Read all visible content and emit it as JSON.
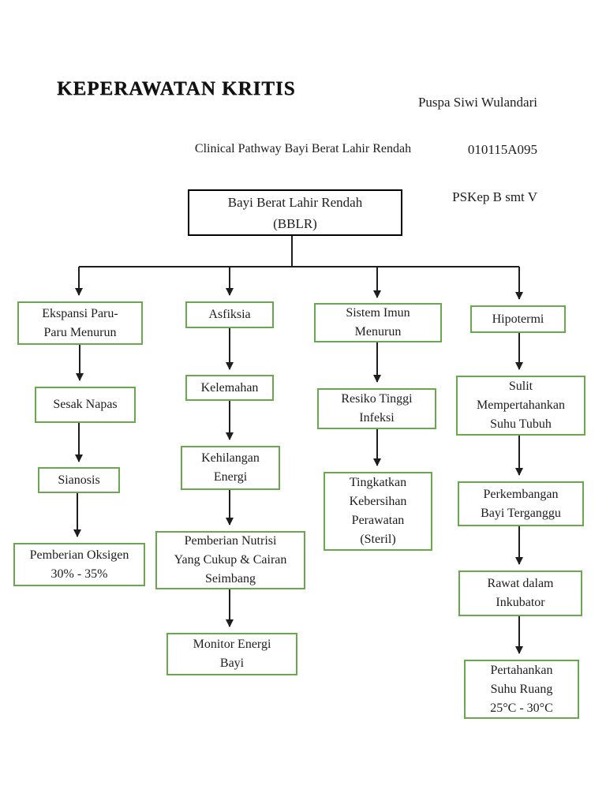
{
  "header": {
    "course_title": "KEPERAWATAN KRITIS",
    "author": {
      "name": "Puspa Siwi Wulandari",
      "student_id": "010115A095",
      "class": "PSKep B smt V"
    },
    "diagram_title": "Clinical Pathway Bayi Berat Lahir Rendah"
  },
  "flowchart": {
    "root": {
      "label": "Bayi Berat Lahir Rendah\n(BBLR)"
    },
    "columns": [
      {
        "name": "ekspansi-paru",
        "nodes": [
          {
            "label": "Ekspansi Paru-\nParu Menurun"
          },
          {
            "label": "Sesak Napas"
          },
          {
            "label": "Sianosis"
          },
          {
            "label": "Pemberian Oksigen\n30% - 35%"
          }
        ]
      },
      {
        "name": "asfiksia",
        "nodes": [
          {
            "label": "Asfiksia"
          },
          {
            "label": "Kelemahan"
          },
          {
            "label": "Kehilangan\nEnergi"
          },
          {
            "label": "Pemberian Nutrisi\nYang Cukup & Cairan\nSeimbang"
          },
          {
            "label": "Monitor Energi\nBayi"
          }
        ]
      },
      {
        "name": "sistem-imun",
        "nodes": [
          {
            "label": "Sistem Imun\nMenurun"
          },
          {
            "label": "Resiko Tinggi\nInfeksi"
          },
          {
            "label": "Tingkatkan\nKebersihan\nPerawatan\n(Steril)"
          }
        ]
      },
      {
        "name": "hipotermi",
        "nodes": [
          {
            "label": "Hipotermi"
          },
          {
            "label": "Sulit\nMempertahankan\nSuhu Tubuh"
          },
          {
            "label": "Perkembangan\nBayi Terganggu"
          },
          {
            "label": "Rawat dalam\nInkubator"
          },
          {
            "label": "Pertahankan\nSuhu Ruang\n25°C - 30°C"
          }
        ]
      }
    ]
  },
  "palette": {
    "background": "#ffffff",
    "text": "#1d1d1d",
    "node_border_green": "#6aa84f",
    "root_border_black": "#000000",
    "connector": "#1d1d1d"
  }
}
